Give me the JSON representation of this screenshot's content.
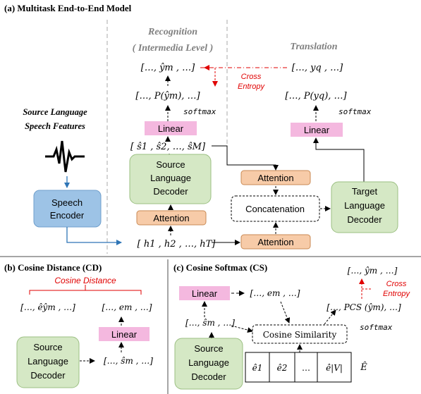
{
  "sections": {
    "a": "(a) Multitask End-to-End Model",
    "b": "(b) Cosine Distance (CD)",
    "c": "(c) Cosine Softmax (CS)"
  },
  "headers": {
    "recognition_1": "Recognition",
    "recognition_2": "( Intermedia Level )",
    "translation": "Translation"
  },
  "side_label": {
    "line1": "Source Language",
    "line2": "Speech Features"
  },
  "boxes": {
    "speech_encoder": [
      "Speech",
      "Encoder"
    ],
    "source_decoder": [
      "Source",
      "Language",
      "Decoder"
    ],
    "target_decoder": [
      "Target",
      "Language",
      "Decoder"
    ],
    "attention": "Attention",
    "linear": "Linear",
    "concatenation": "Concatenation",
    "cosine_similarity": "Cosine Similarity"
  },
  "math": {
    "y_hat_seq": "[…, ŷm , …]",
    "p_y_hat": "[…, P(ŷm), …]",
    "s_hat_full": "[ ŝ1 , ŝ2, …, ŝM]",
    "h_seq": "[ h1 , h2 , …, hT]",
    "y_q_seq": "[…, yq , …]",
    "p_y_q": "[…, P(yq), …]",
    "softmax": "softmax",
    "e_hat_y": "[…, êŷm , …]",
    "e_m": "[…, em , …]",
    "s_hat_m": "[…, ŝm , …]",
    "p_cs": "[…, PCS (ŷm), …]",
    "e_hat_cells": [
      "ê1",
      "ê2",
      "…",
      "ê|V|"
    ],
    "E_hat": "Ê"
  },
  "annotations": {
    "cross_entropy": [
      "Cross",
      "Entropy"
    ],
    "cosine_distance": "Cosine  Distance"
  },
  "colors": {
    "green": "#d5e8c5",
    "green_border": "#9bbf82",
    "blue": "#9dc3e6",
    "orange": "#f7cba8",
    "orange_border": "#c98a54",
    "pink": "#f4b8df",
    "red": "#e00000",
    "link_blue": "#2e75b6"
  }
}
